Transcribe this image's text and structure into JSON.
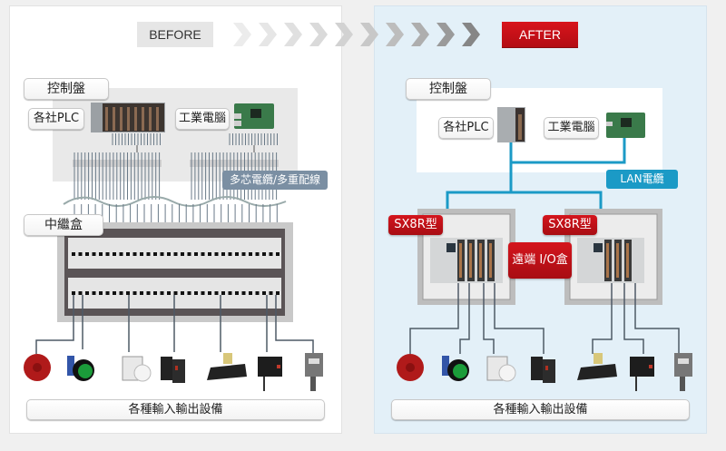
{
  "before": {
    "tag": "BEFORE",
    "control_panel_label": "控制盤",
    "plc_label": "各社PLC",
    "ipc_label": "工業電腦",
    "cable_label": "多芯電纜/多重配線",
    "relay_box_label": "中繼盒",
    "io_devices_label": "各種輸入輸出設備"
  },
  "after": {
    "tag": "AFTER",
    "control_panel_label": "控制盤",
    "plc_label": "各社PLC",
    "ipc_label": "工業電腦",
    "lan_label": "LAN電纜",
    "sx8r_left_label": "SX8R型",
    "sx8r_right_label": "SX8R型",
    "remote_io_label": "遠端 I/O盒",
    "io_devices_label": "各種輸入輸出設備"
  },
  "devices": [
    "red-buzzer",
    "green-pushbutton",
    "limit-switch",
    "photoelectric-sensor",
    "relay-socket",
    "laser-sensor",
    "fiber-sensor"
  ],
  "colors": {
    "before_bg": "#ffffff",
    "after_bg": "#e3f0f8",
    "accent_red": "#c8111a",
    "lan_blue": "#1b9ac6",
    "wire_gray": "#4e5a66",
    "cable_tag": "#7b8fa3"
  }
}
